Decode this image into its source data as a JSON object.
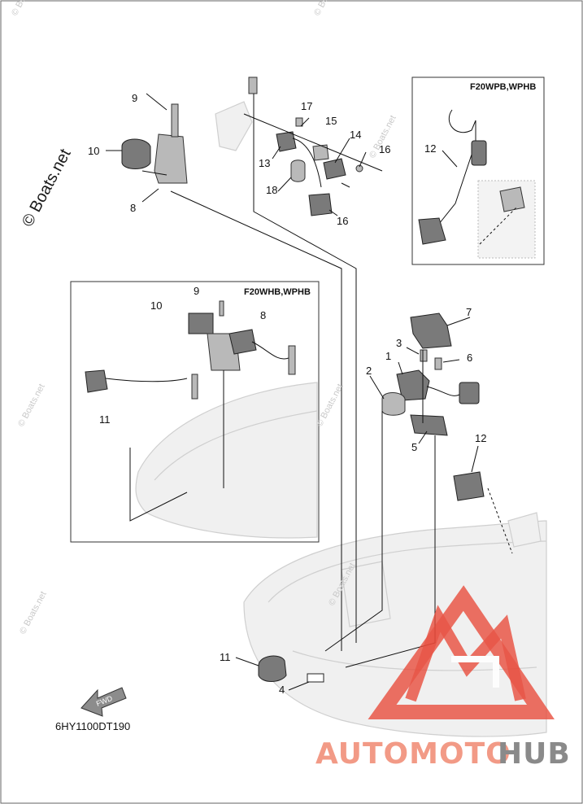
{
  "diagram": {
    "part_code": "6HY1100DT190",
    "inset_top_label": "F20WPB,WPHB",
    "inset_left_label": "F20WHB,WPHB",
    "fwd_arrow_label": "FWD",
    "callouts": {
      "c1": "1",
      "c2": "2",
      "c3": "3",
      "c4": "4",
      "c5": "5",
      "c6": "6",
      "c7": "7",
      "c8a": "8",
      "c8b": "8",
      "c9a": "9",
      "c9b": "9",
      "c10a": "10",
      "c10b": "10",
      "c11a": "11",
      "c11b": "11",
      "c12a": "12",
      "c12b": "12",
      "c13": "13",
      "c14": "14",
      "c15": "15",
      "c16a": "16",
      "c16b": "16",
      "c17": "17",
      "c18": "18"
    }
  },
  "watermarks": {
    "main": "© Boats.net",
    "small": "© Boats.net"
  },
  "brand": {
    "text_part1": "AUTOMOTO",
    "text_part2": "HUB",
    "color_primary": "#f29a86",
    "color_secondary": "#8a8a8a",
    "logo_color": "#e84a3a"
  }
}
